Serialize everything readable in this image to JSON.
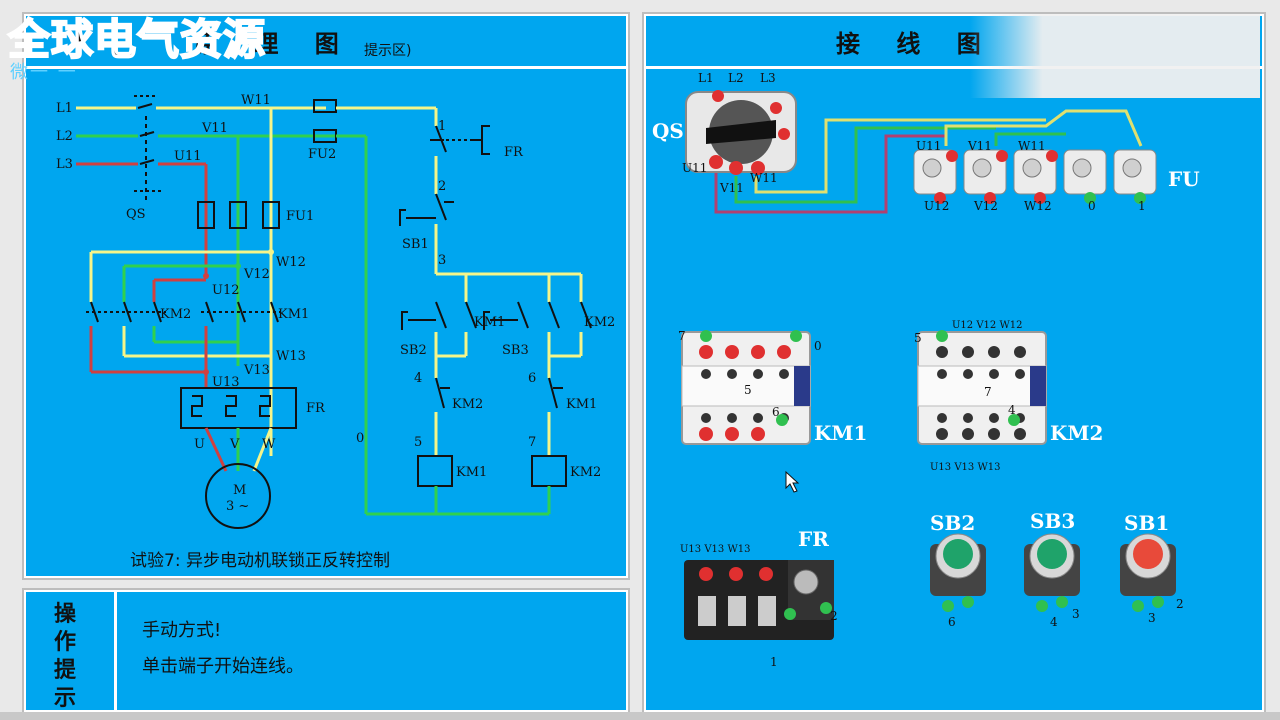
{
  "watermark": {
    "text": "全球电气资源",
    "sub": "微一 一"
  },
  "schematic": {
    "title": "原 理 图",
    "hint": "提示区)",
    "caption": "试验7:  异步电动机联锁正反转控制",
    "labels": {
      "L1": "L1",
      "L2": "L2",
      "L3": "L3",
      "W11": "W11",
      "V11": "V11",
      "U11": "U11",
      "FU2": "FU2",
      "FU1": "FU1",
      "QS": "QS",
      "W12": "W12",
      "V12": "V12",
      "U12": "U12",
      "KM2": "KM2",
      "KM1": "KM1",
      "W13": "W13",
      "V13": "V13",
      "U13": "U13",
      "FR": "FR",
      "U": "U",
      "V": "V",
      "W": "W",
      "M": "M",
      "M3": "3 ~",
      "SB1": "SB1",
      "SB2": "SB2",
      "SB3": "SB3",
      "n1": "1",
      "n2": "2",
      "n3": "3",
      "n4": "4",
      "n5": "5",
      "n6": "6",
      "n7": "7",
      "n0": "0"
    }
  },
  "wiring": {
    "title": "接 线 图",
    "labels": {
      "QS": "QS",
      "L1": "L1",
      "L2": "L2",
      "L3": "L3",
      "U11": "U11",
      "V11": "V11",
      "W11": "W11",
      "FU": "FU",
      "U12": "U12",
      "V12": "V12",
      "W12": "W12",
      "f0": "0",
      "f1": "1",
      "KM1": "KM1",
      "KM2": "KM2",
      "k7": "7",
      "k0": "0",
      "k5": "5",
      "k6": "6",
      "m5": "5",
      "m7": "7",
      "m4": "4",
      "km2top": "U12  V12  W12",
      "km2bot": "U13  V13  W13",
      "FR": "FR",
      "frtop": "U13 V13 W13",
      "fr2": "2",
      "fr1": "1",
      "SB2": "SB2",
      "SB3": "SB3",
      "SB1": "SB1",
      "s6": "6",
      "s4": "4",
      "s3a": "3",
      "s3b": "3",
      "s2": "2"
    }
  },
  "operation": {
    "side_chars": [
      "操",
      "作",
      "提",
      "示"
    ],
    "line1": "手动方式!",
    "line2": "单击端子开始连线。"
  }
}
